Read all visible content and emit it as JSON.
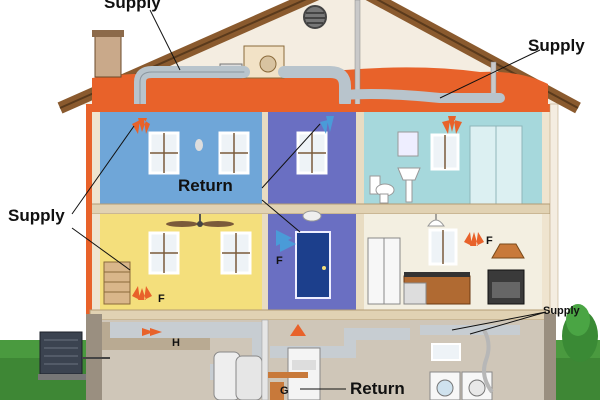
{
  "labels": {
    "supply_top": "Supply",
    "supply_upper_right": "Supply",
    "supply_left": "Supply",
    "supply_lower_right": "Supply",
    "return_upper": "Return",
    "return_lower": "Return"
  },
  "markers": {
    "furnace_filter": "F",
    "humidifier": "H",
    "gas": "G"
  },
  "colors": {
    "roof": "#8a5a2e",
    "attic_insulation": "#e8622a",
    "siding": "#f4ede1",
    "bedroom_left": "#6fa6d8",
    "hallway": "#6a6fc2",
    "bathroom": "#a6d8dc",
    "living_room": "#f4df7c",
    "kitchen": "#f3efe1",
    "foundation": "#cfc6b8",
    "duct": "#b8c4cc",
    "supply_air": "#e8622a",
    "return_air": "#4a9bd8",
    "ground": "#4a9a3f"
  },
  "icons": [
    "fireplace-icon",
    "ac-condenser-icon",
    "furnace-icon",
    "water-heater-icon",
    "washer-icon",
    "dryer-icon",
    "refrigerator-icon",
    "stove-icon",
    "ceiling-fan-icon",
    "shower-icon",
    "toilet-icon",
    "sink-icon"
  ]
}
